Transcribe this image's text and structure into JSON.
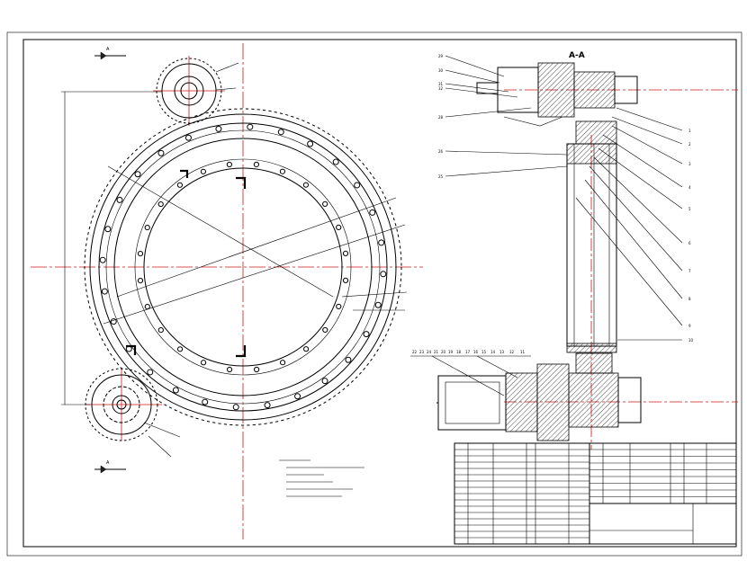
{
  "section_label": "A-A",
  "view_arrow_top": "A",
  "view_arrow_bottom": "A",
  "callouts_right": [
    "1",
    "2",
    "3",
    "4",
    "5",
    "6",
    "7",
    "8",
    "9",
    "10"
  ],
  "callouts_left_top": [
    "29",
    "30",
    "31",
    "32",
    "28"
  ],
  "callouts_left_mid": [
    "26",
    "25"
  ],
  "callouts_bottom": [
    "22",
    "23",
    "24",
    "21",
    "20",
    "19",
    "18",
    "17",
    "16",
    "15",
    "14",
    "13",
    "12",
    "11"
  ],
  "colors": {
    "line": "#000000",
    "center_line": "#d01818",
    "title_text": "#b00000"
  },
  "icons": [
    "view-arrow-icon"
  ]
}
